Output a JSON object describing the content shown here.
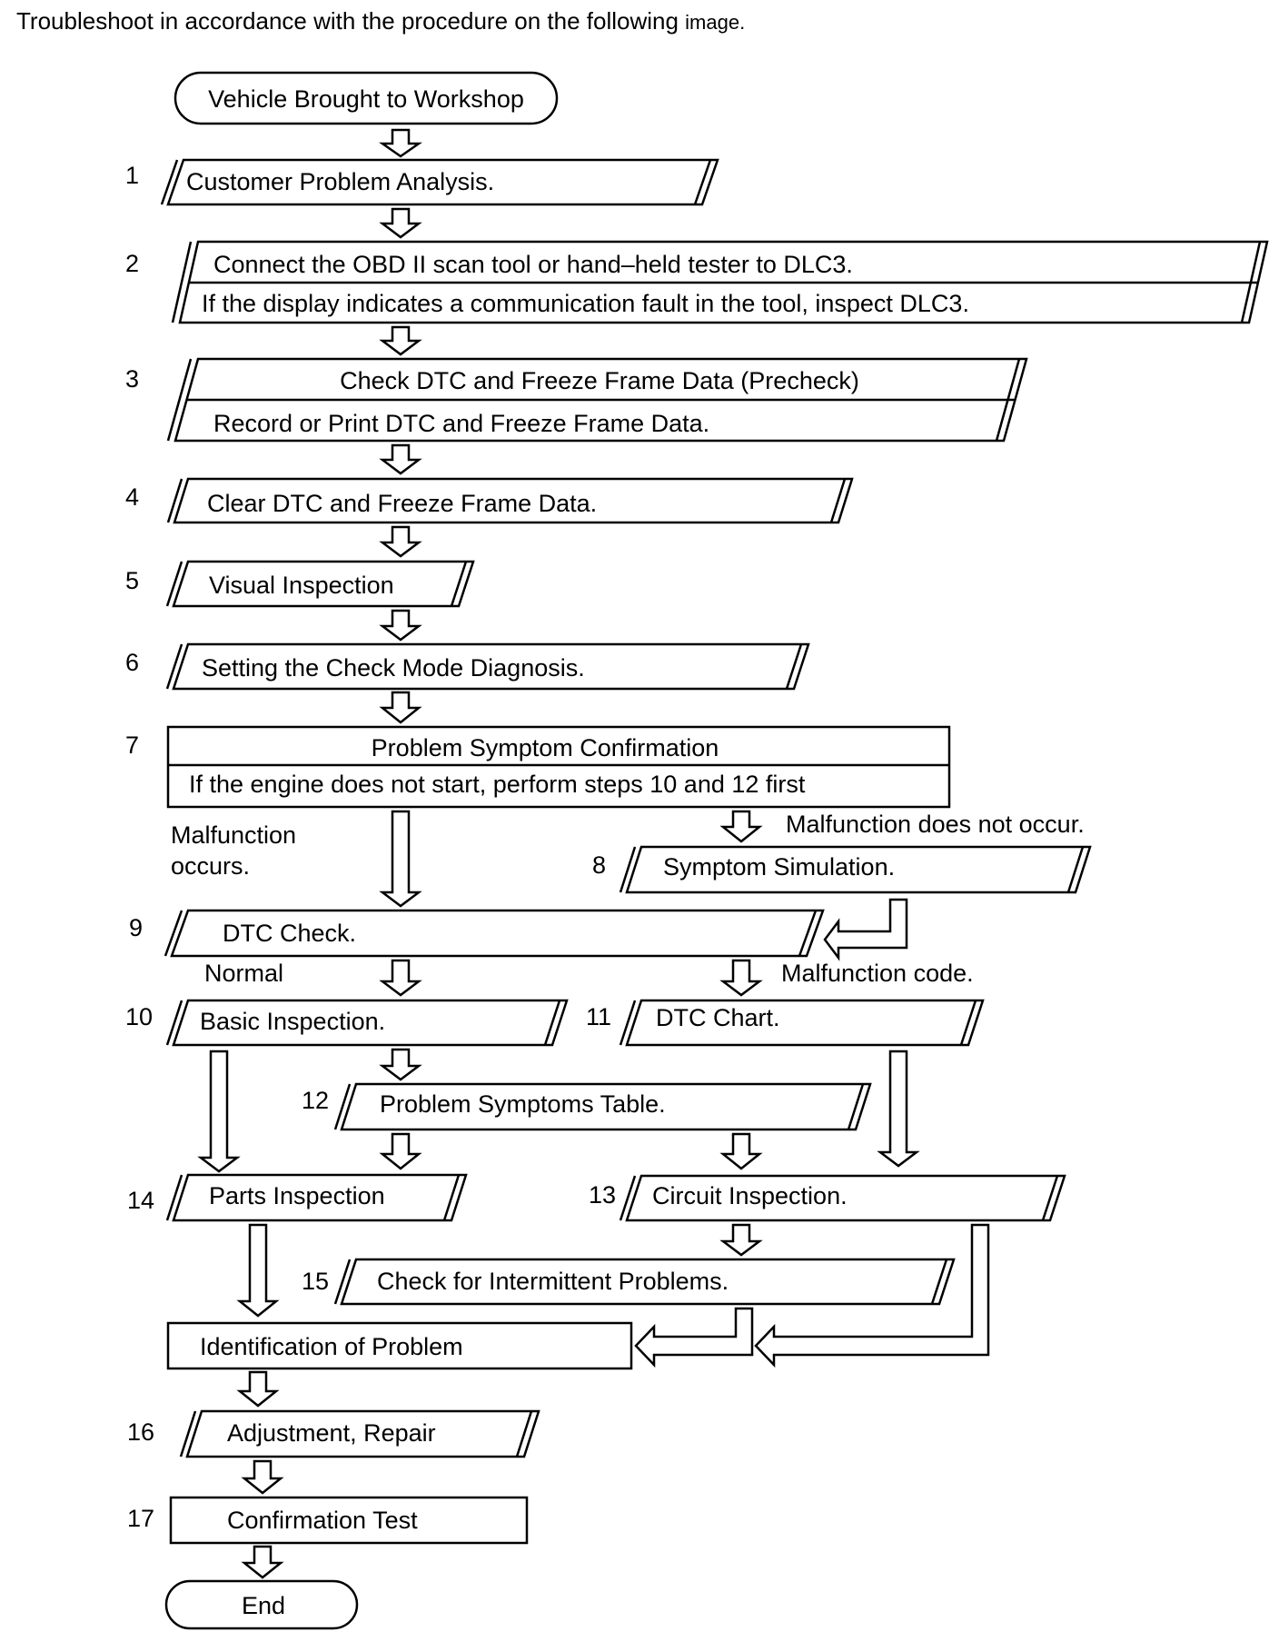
{
  "intro": {
    "text": "Troubleshoot in accordance with the procedure on the following",
    "tail": "image."
  },
  "start_label": "Vehicle Brought to Workshop",
  "steps": {
    "s1": {
      "num": "1",
      "label": "Customer Problem Analysis."
    },
    "s2": {
      "num": "2",
      "line1": "Connect the OBD II scan tool or hand–held tester to DLC3.",
      "line2": "If the display indicates a communication fault in the tool, inspect DLC3."
    },
    "s3": {
      "num": "3",
      "line1": "Check DTC and Freeze Frame Data (Precheck)",
      "line2": "Record or Print DTC and Freeze Frame Data."
    },
    "s4": {
      "num": "4",
      "label": "Clear DTC and Freeze Frame Data."
    },
    "s5": {
      "num": "5",
      "label": "Visual Inspection"
    },
    "s6": {
      "num": "6",
      "label": "Setting the Check Mode Diagnosis."
    },
    "s7": {
      "num": "7",
      "line1": "Problem Symptom Confirmation",
      "line2": "If the engine does not start, perform steps 10 and 12 first"
    },
    "s8": {
      "num": "8",
      "label": "Symptom Simulation."
    },
    "s9": {
      "num": "9",
      "label": "DTC Check."
    },
    "s10": {
      "num": "10",
      "label": "Basic Inspection."
    },
    "s11": {
      "num": "11",
      "label": "DTC Chart",
      "tail": "."
    },
    "s12": {
      "num": "12",
      "label": "Problem Symptoms Table."
    },
    "s13": {
      "num": "13",
      "label": "Circuit Inspection."
    },
    "s14": {
      "num": "14",
      "label": "Parts Inspection"
    },
    "s15": {
      "num": "15",
      "label": "Check for Intermittent Problems."
    },
    "s16": {
      "num": "16",
      "label": "Adjustment, Repair"
    },
    "s17": {
      "num": "17",
      "label": "Confirmation Test"
    }
  },
  "identification_label": "Identification of Problem",
  "end_label": "End",
  "branches": {
    "malfunction_occurs_1": "Malfunction",
    "malfunction_occurs_2": "occurs.",
    "malfunction_not_occur": "Malfunction does not occur.",
    "normal": "Normal",
    "malfunction_code": "Malfunction code."
  }
}
